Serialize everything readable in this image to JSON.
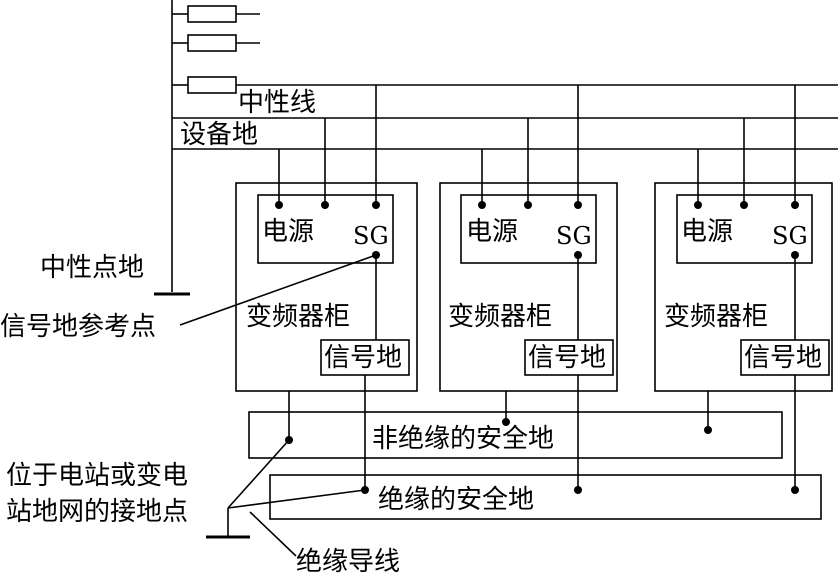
{
  "labels": {
    "neutral_line": "中性线",
    "equipment_ground": "设备地",
    "neutral_point_ground": "中性点地",
    "signal_ground_reference": "信号地参考点",
    "station_ground_point_line1": "位于电站或变电",
    "station_ground_point_line2": "站地网的接地点",
    "insulated_wire": "绝缘导线",
    "non_insulated_safety_ground": "非绝缘的安全地",
    "insulated_safety_ground": "绝缘的安全地"
  },
  "cabinets": [
    {
      "power": "电源",
      "sg": "SG",
      "name": "变频器柜",
      "signal_ground": "信号地"
    },
    {
      "power": "电源",
      "sg": "SG",
      "name": "变频器柜",
      "signal_ground": "信号地"
    },
    {
      "power": "电源",
      "sg": "SG",
      "name": "变频器柜",
      "signal_ground": "信号地"
    }
  ]
}
